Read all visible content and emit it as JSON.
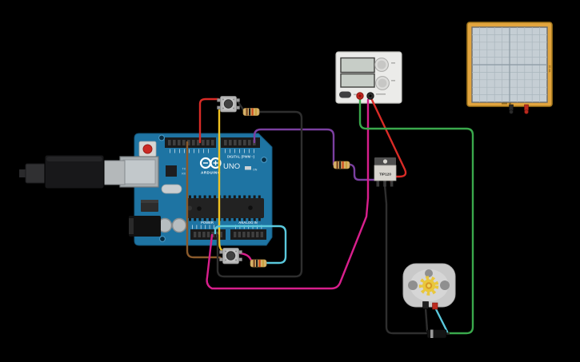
{
  "app": {
    "background": "#000000"
  },
  "arduino": {
    "brand": "ARDUINO",
    "model": "UNO",
    "board_color": "#1e74a3",
    "labels": {
      "digital": "DIGITAL (PWM ~)",
      "power": "POWER",
      "analog": "ANALOG IN",
      "tx": "TX",
      "rx": "RX",
      "on": "ON"
    }
  },
  "power_supply": {
    "body_color": "#ebebe9",
    "displays": [
      "",
      ""
    ]
  },
  "oscilloscope": {
    "frame_color": "#e2a53e",
    "time_per_div": "10 ms"
  },
  "motor": {
    "body_color": "#c9c9c9",
    "gear_color": "#e9c73c"
  },
  "transistor": {
    "label": "TIP120"
  },
  "band_colors": {
    "brown": "#7a4520",
    "black": "#1e1e1e",
    "orange": "#cd4a1c",
    "gold": "#c9a23f"
  },
  "resistors": [
    {
      "name": "top-button-resistor",
      "bands": [
        "brown",
        "black",
        "orange",
        "gold"
      ]
    },
    {
      "name": "transistor-base-resistor",
      "bands": [
        "brown",
        "black",
        "orange",
        "gold"
      ]
    },
    {
      "name": "bottom-button-resistor",
      "bands": [
        "brown",
        "black",
        "orange",
        "gold"
      ]
    }
  ],
  "wires": [
    {
      "name": "digital-pin-to-bottom-button",
      "color": "#8a5a2b"
    },
    {
      "name": "digital-pin-to-top-button",
      "color": "#d92b26"
    },
    {
      "name": "top-button-to-bottom-button",
      "color": "#f0c221"
    },
    {
      "name": "digital-pin-to-base-resistor",
      "color": "#7b3fa0"
    },
    {
      "name": "gnd-to-top-button-resistor",
      "color": "#2e2e2e"
    },
    {
      "name": "gnd-to-psu-negative",
      "color": "#d81f8c"
    },
    {
      "name": "analog-pin-to-bottom-resistor",
      "color": "#5ac8dc"
    },
    {
      "name": "bottom-button-to-resistor",
      "color": "#d81f8c"
    },
    {
      "name": "psu-negative-to-emitter",
      "color": "#d92b26"
    },
    {
      "name": "psu-positive-to-motor-node",
      "color": "#3aa84c"
    },
    {
      "name": "collector-to-motor-node",
      "color": "#2e2e2e"
    },
    {
      "name": "motor-negative-lead",
      "color": "#2e2e2e"
    },
    {
      "name": "motor-positive-lead",
      "color": "#5ac8dc"
    }
  ]
}
